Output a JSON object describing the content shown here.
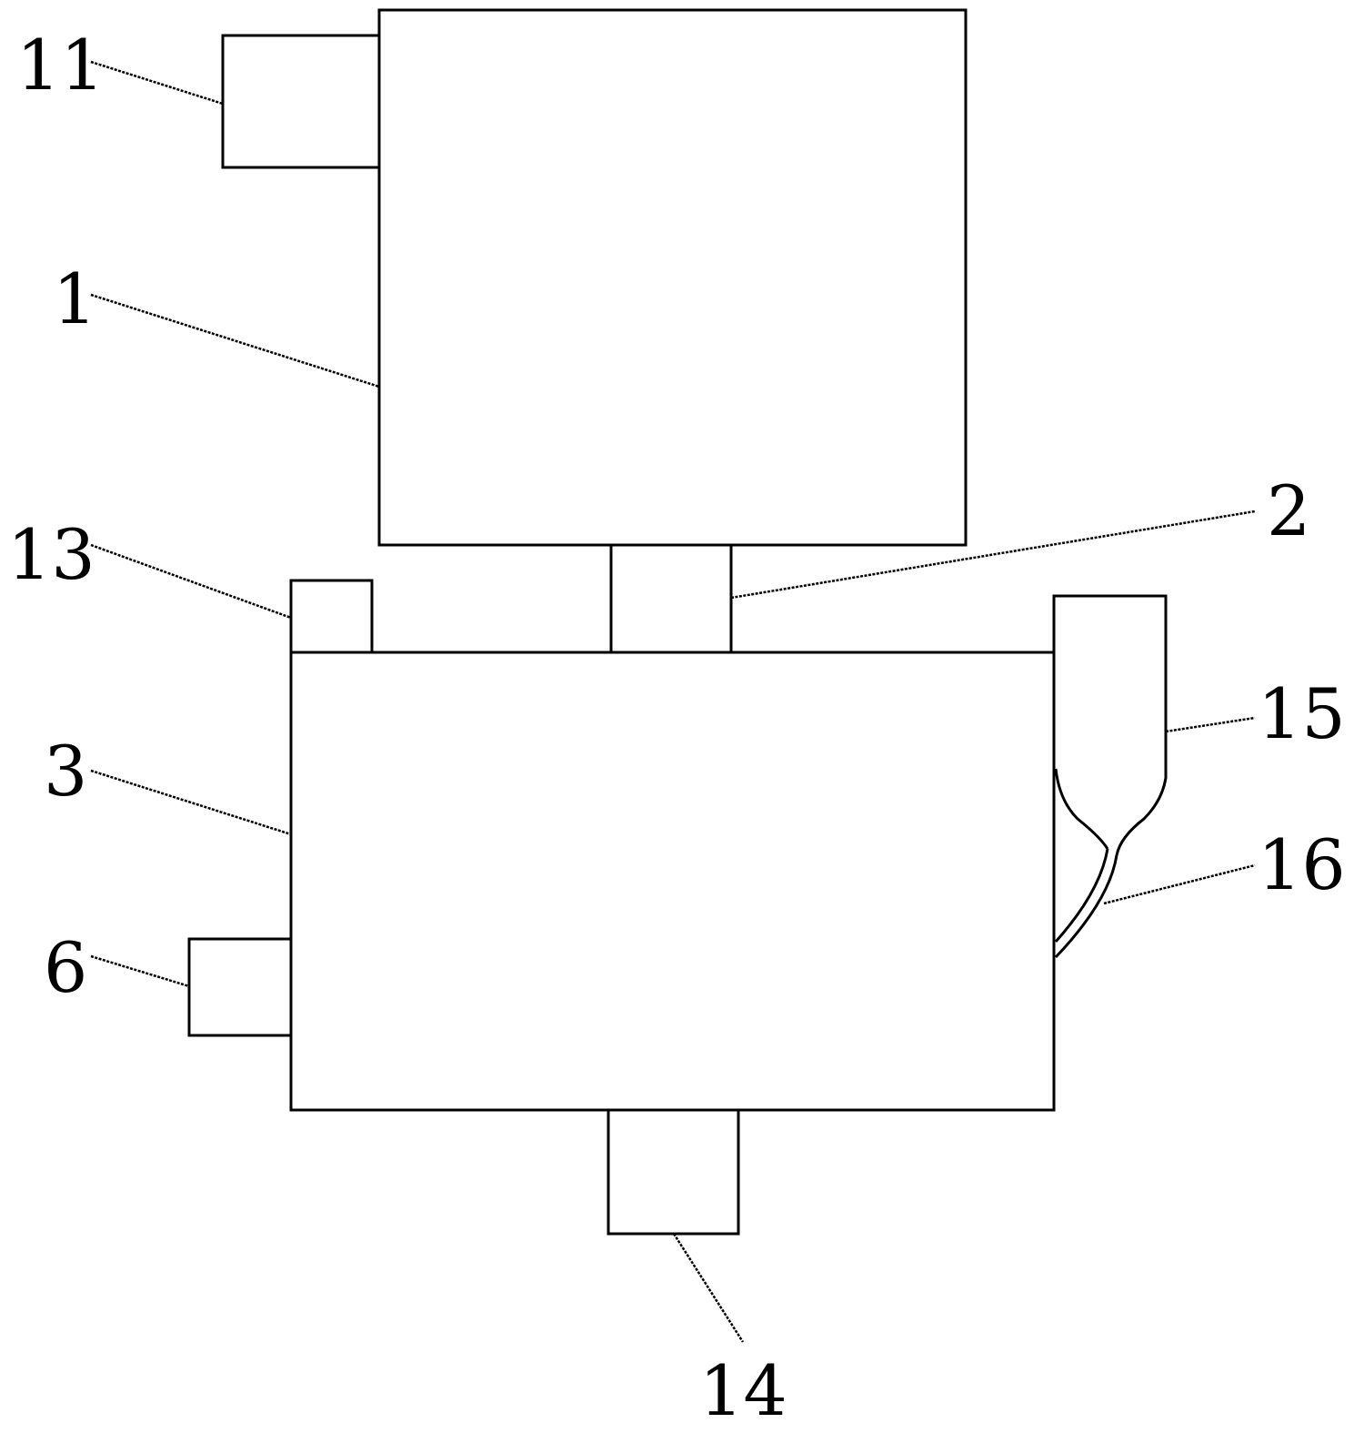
{
  "labels": {
    "l11": "11",
    "l1": "1",
    "l13": "13",
    "l2": "2",
    "l3": "3",
    "l15": "15",
    "l16": "16",
    "l6": "6",
    "l14": "14"
  },
  "colors": {
    "line": "#000000",
    "background": "#ffffff"
  }
}
